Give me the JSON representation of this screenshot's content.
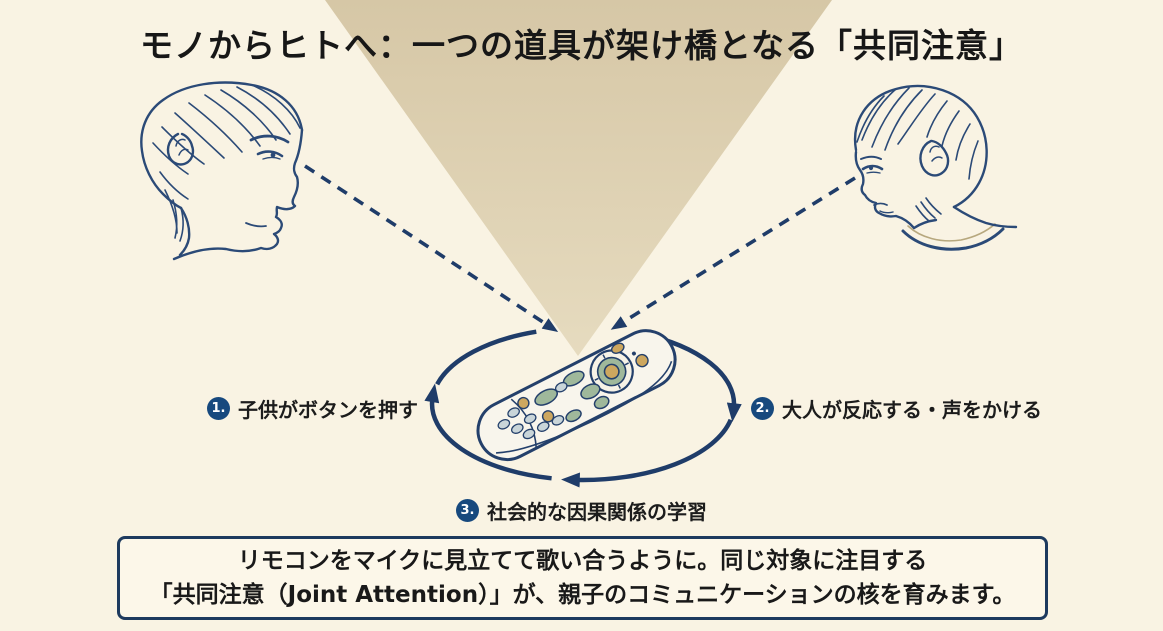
{
  "title": "モノからヒトへ：一つの道具が架け橋となる「共同注意」",
  "cycle_steps": [
    {
      "num": "1.",
      "label": "子供がボタンを押す"
    },
    {
      "num": "2.",
      "label": "大人が反応する・声をかける"
    },
    {
      "num": "3.",
      "label": "社会的な因果関係の学習"
    }
  ],
  "caption": {
    "line1": "リモコンをマイクに見立てて歌い合うように。同じ対象に注目する",
    "line2": "「共同注意（Joint Attention）」が、親子のコミュニケーションの核を育みます。"
  },
  "colors": {
    "background": "#f9f3e3",
    "cone_top": "#d6c7a6",
    "cone_tip": "#e6dbbf",
    "navy_line": "#1f3c69",
    "face_line": "#2b4a77",
    "badge_blue": "#17497e",
    "ink_text": "#1a1a1a",
    "box_background": "#fcf7e9",
    "box_border": "#1d3a5e",
    "remote_body": "#f8f5ec",
    "remote_sage": "#9fb89b",
    "remote_tan": "#cda75f",
    "remote_pale": "#c9d5d9"
  },
  "illustrations": {
    "mother": "mother-profile-line-art",
    "child": "child-profile-line-art",
    "remote": "remote-control",
    "cone": "shared-attention-cone",
    "gaze_arrows": "dashed-gaze-arrows",
    "cycle_arrows": "clockwise-cycle-ellipse"
  }
}
